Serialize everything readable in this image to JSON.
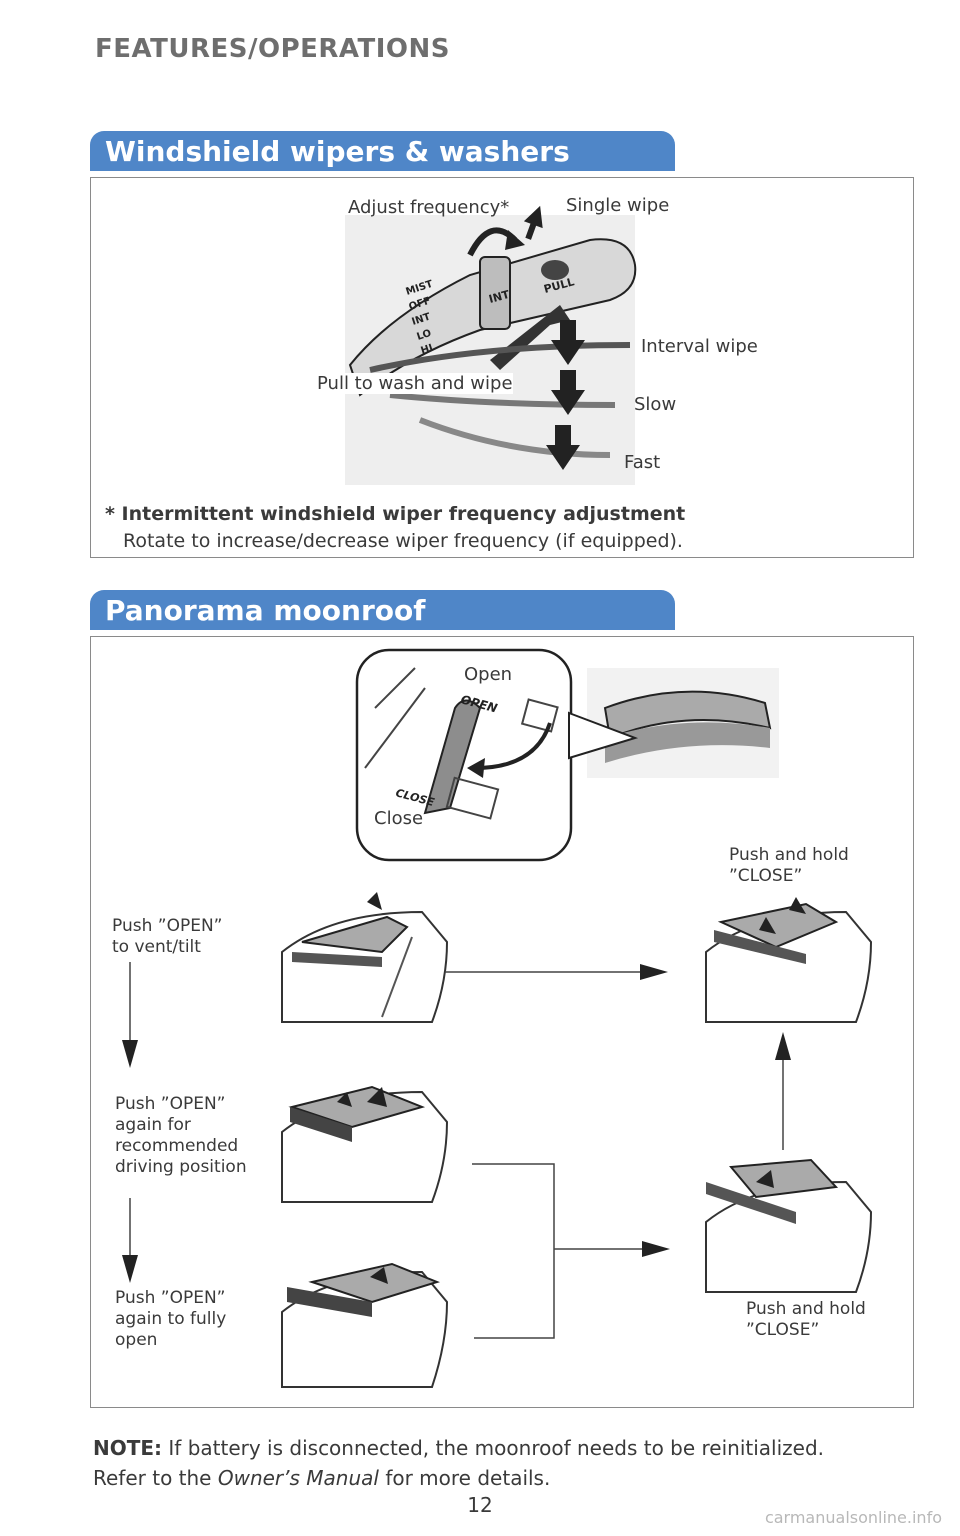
{
  "header": "FEATURES/OPERATIONS",
  "wipers": {
    "title": "Windshield wipers & washers",
    "labels": {
      "adjust": "Adjust frequency*",
      "single": "Single wipe",
      "interval": "Interval wipe",
      "pull": "Pull to wash and wipe",
      "slow": "Slow",
      "fast": "Fast"
    },
    "stalk_markings": [
      "MIST",
      "OFF",
      "INT",
      "LO",
      "HI",
      "INT",
      "PULL"
    ],
    "footnote_title": "* Intermittent windshield wiper frequency adjustment",
    "footnote_text": "Rotate to increase/decrease wiper frequency (if equipped)."
  },
  "moonroof": {
    "title": "Panorama moonroof",
    "switch": {
      "open": "Open",
      "close": "Close",
      "open_mark": "OPEN",
      "close_mark": "CLOSE"
    },
    "steps": {
      "vent": "Push ”OPEN”\nto vent/tilt",
      "recommended": "Push ”OPEN”\nagain for\nrecommended\ndriving position",
      "fully": "Push ”OPEN”\nagain to fully\nopen",
      "hold_top": "Push and hold\n”CLOSE”",
      "hold_bottom": "Push and hold\n”CLOSE”"
    }
  },
  "note": {
    "label": "NOTE:",
    "text1": " If battery is disconnected, the moonroof needs to be reinitialized.",
    "text2a": "Refer to the ",
    "text2b": "Owner’s Manual",
    "text2c": " for more details."
  },
  "page_number": "12",
  "watermark": "carmanualsonline.info"
}
